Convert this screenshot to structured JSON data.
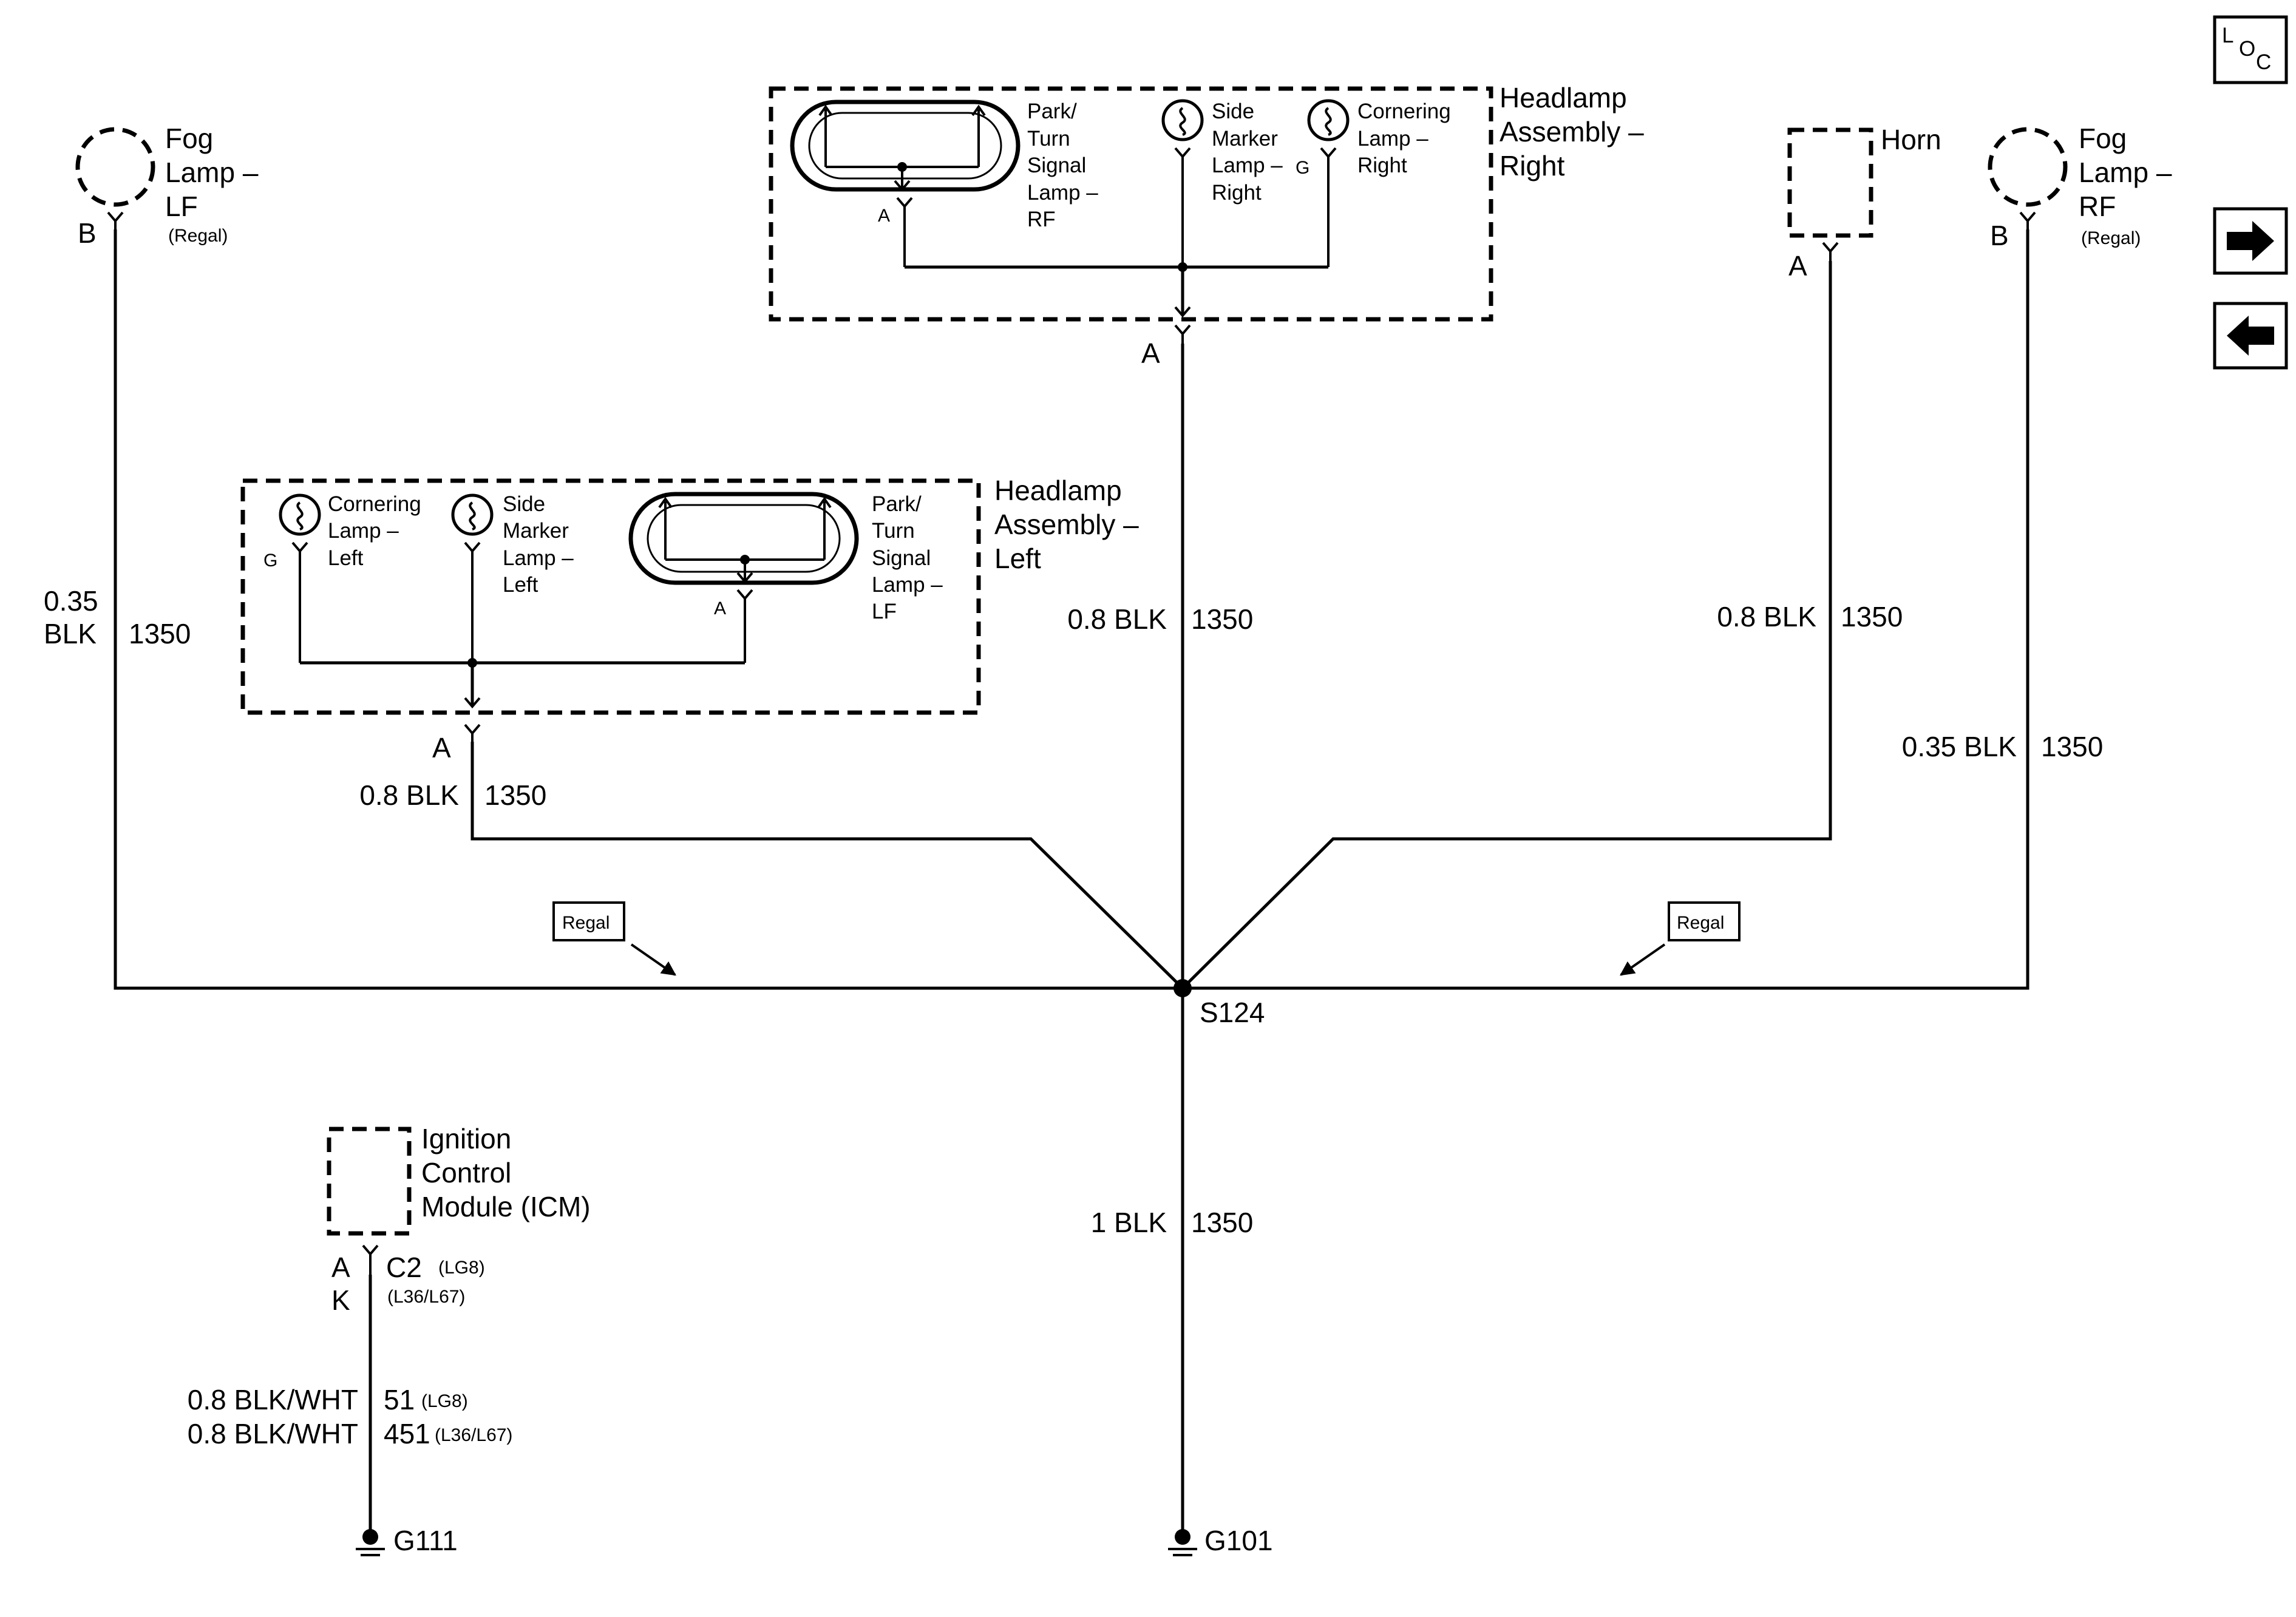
{
  "nav": {
    "loc_label": "LOC",
    "next_icon": "arrow-right-icon",
    "prev_icon": "arrow-left-icon"
  },
  "components": {
    "fog_lamp_lf": {
      "line1": "Fog",
      "line2": "Lamp –",
      "line3": "LF",
      "note": "(Regal)",
      "pin": "B"
    },
    "fog_lamp_rf": {
      "line1": "Fog",
      "line2": "Lamp –",
      "line3": "RF",
      "note": "(Regal)",
      "pin": "B"
    },
    "horn": {
      "label": "Horn",
      "pin": "A"
    },
    "headlamp_right": {
      "title_l1": "Headlamp",
      "title_l2": "Assembly –",
      "title_l3": "Right",
      "pin": "A",
      "park": {
        "l1": "Park/",
        "l2": "Turn",
        "l3": "Signal",
        "l4": "Lamp –",
        "l5": "RF",
        "pin": "A"
      },
      "side": {
        "l1": "Side",
        "l2": "Marker",
        "l3": "Lamp –",
        "l4": "Right"
      },
      "corner": {
        "l1": "Cornering",
        "l2": "Lamp –",
        "l3": "Right",
        "pin": "G"
      }
    },
    "headlamp_left": {
      "title_l1": "Headlamp",
      "title_l2": "Assembly –",
      "title_l3": "Left",
      "pin": "A",
      "corner": {
        "l1": "Cornering",
        "l2": "Lamp –",
        "l3": "Left",
        "pin": "G"
      },
      "side": {
        "l1": "Side",
        "l2": "Marker",
        "l3": "Lamp –",
        "l4": "Left"
      },
      "park": {
        "l1": "Park/",
        "l2": "Turn",
        "l3": "Signal",
        "l4": "Lamp –",
        "l5": "LF",
        "pin": "A"
      }
    },
    "icm": {
      "l1": "Ignition",
      "l2": "Control",
      "l3": "Module (ICM)",
      "pin_a": "A",
      "pin_k": "K",
      "conn": "C2",
      "conn_note1": "(LG8)",
      "conn_note2": "(L36/L67)"
    }
  },
  "wires": {
    "fog_lf": {
      "gauge_l1": "0.35",
      "gauge_l2": "BLK",
      "circuit": "1350"
    },
    "hl_left": {
      "gauge": "0.8 BLK",
      "circuit": "1350"
    },
    "hl_right": {
      "gauge": "0.8 BLK",
      "circuit": "1350"
    },
    "horn": {
      "gauge": "0.8 BLK",
      "circuit": "1350"
    },
    "fog_rf": {
      "gauge": "0.35 BLK",
      "circuit": "1350"
    },
    "ground": {
      "gauge": "1 BLK",
      "circuit": "1350"
    },
    "icm_lg8": {
      "gauge": "0.8 BLK/WHT",
      "circuit": "51",
      "note": "(LG8)"
    },
    "icm_l36": {
      "gauge": "0.8 BLK/WHT",
      "circuit": "451",
      "note": "(L36/L67)"
    }
  },
  "option_tags": {
    "left": "Regal",
    "right": "Regal"
  },
  "splice": "S124",
  "grounds": {
    "g111": "G111",
    "g101": "G101"
  }
}
